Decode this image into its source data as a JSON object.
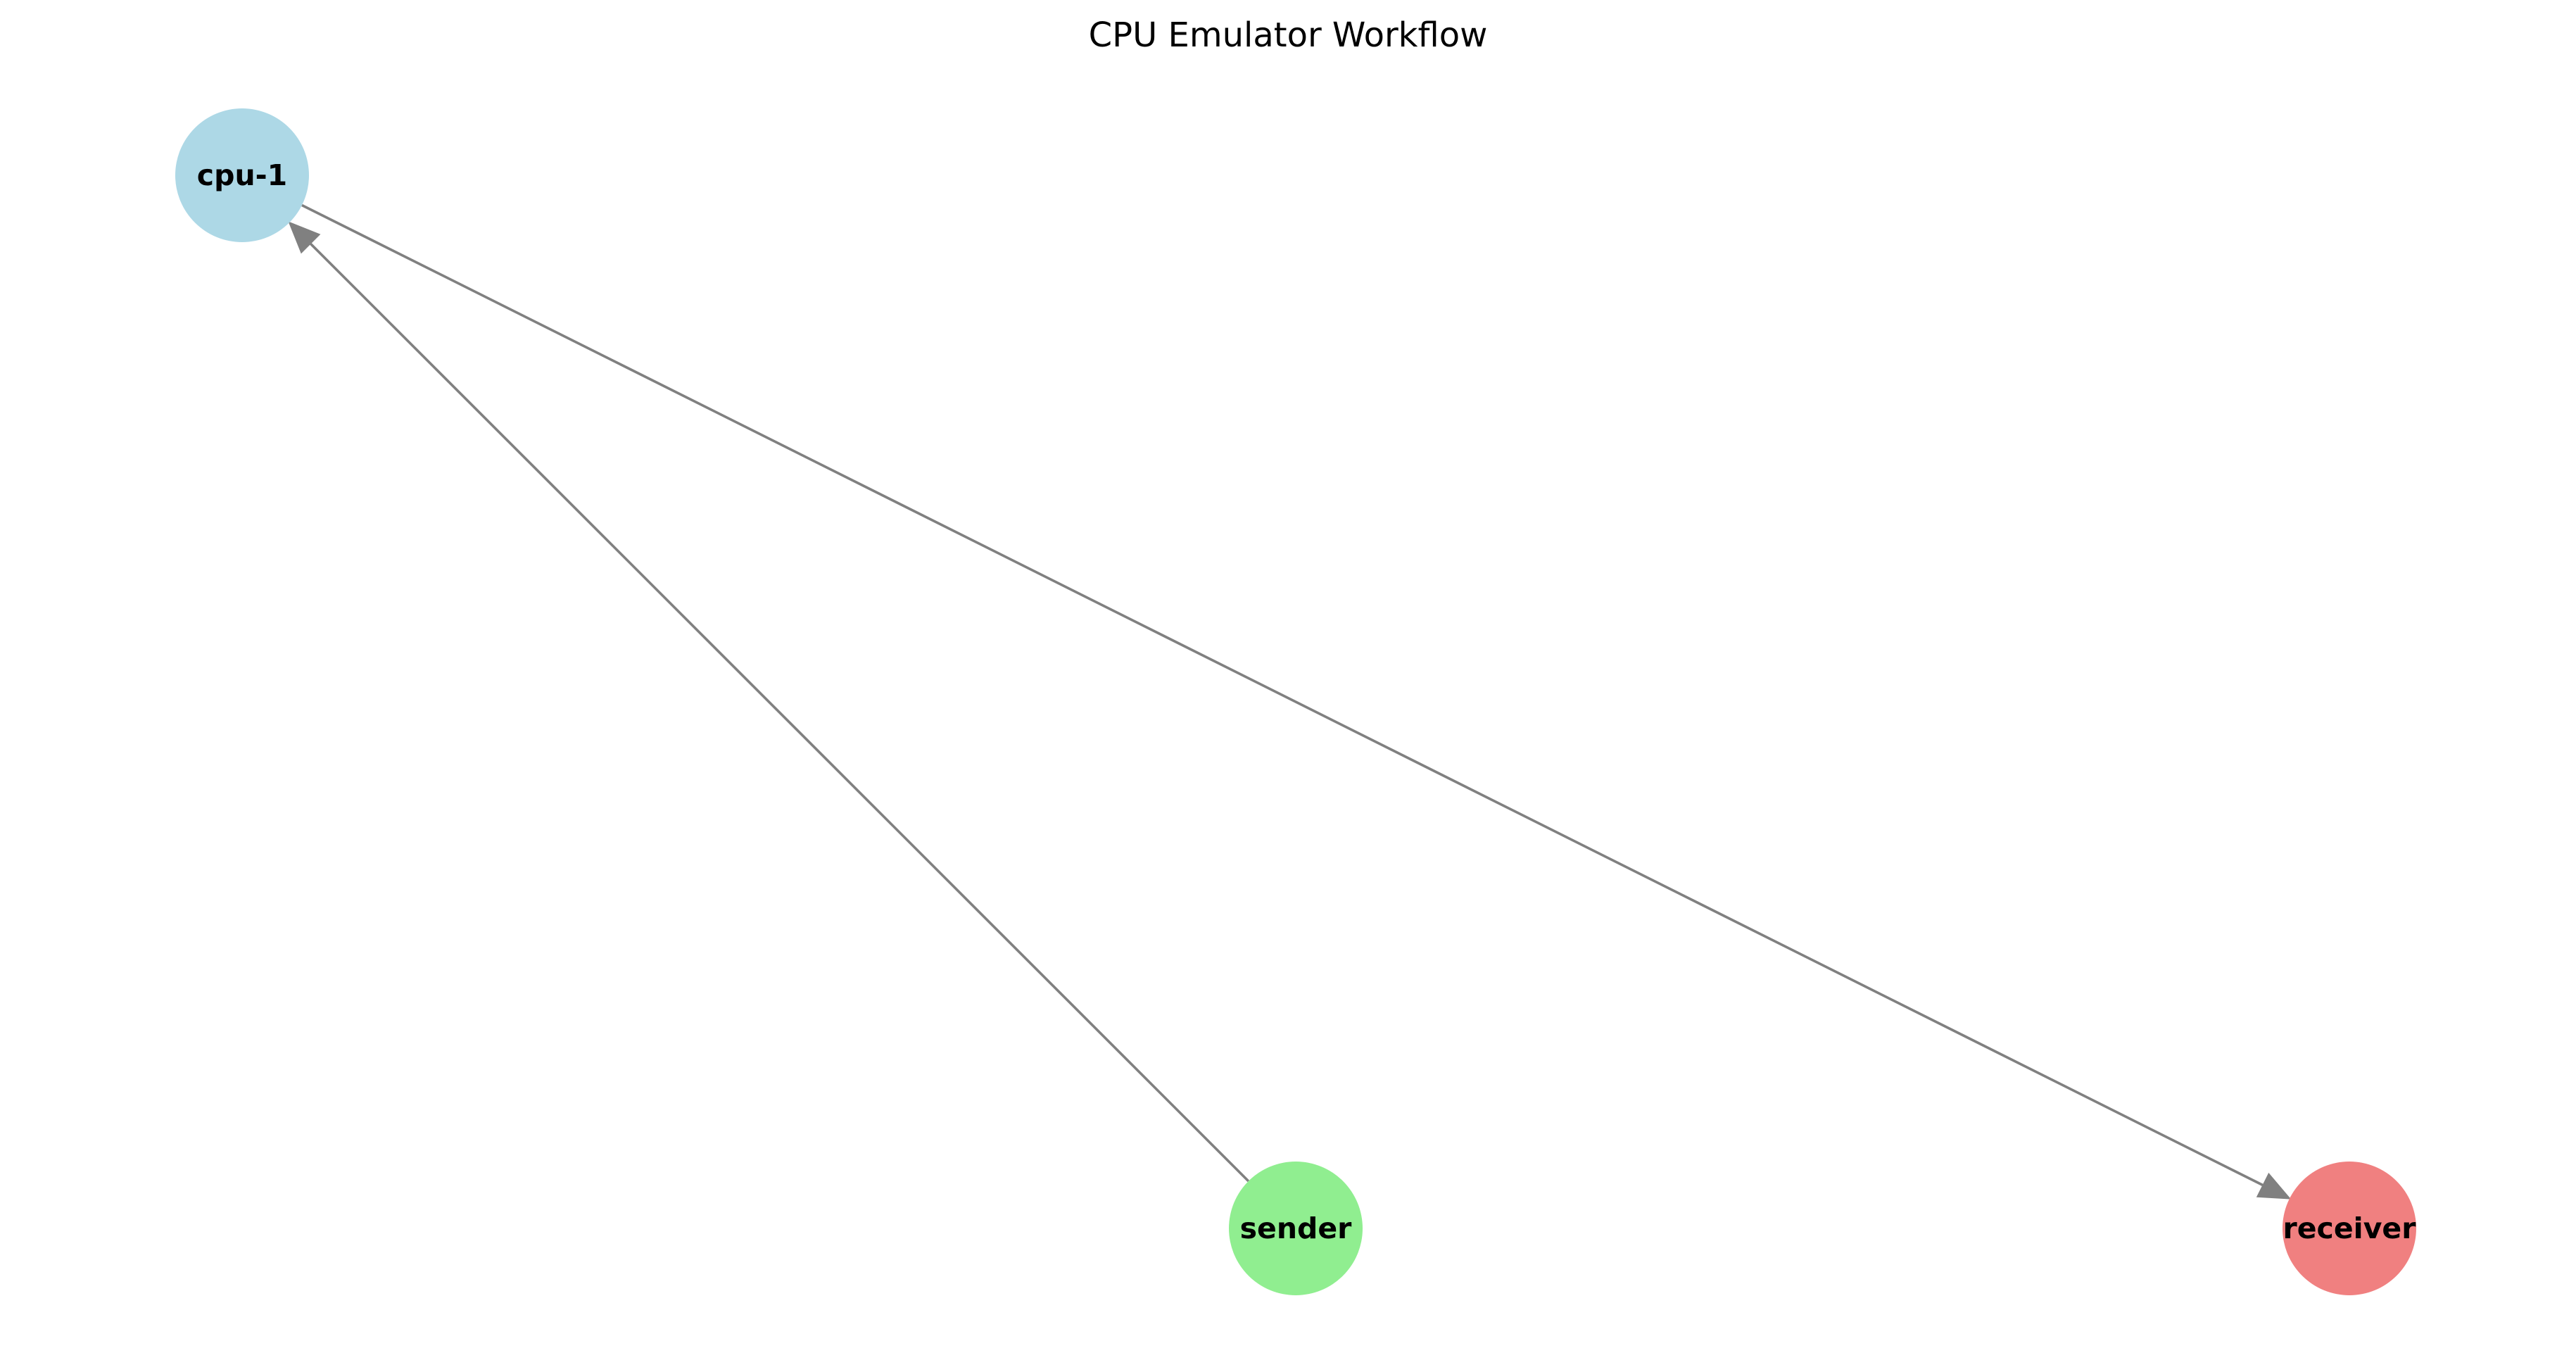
{
  "title": "CPU Emulator Workflow",
  "nodes": [
    {
      "id": "cpu-1",
      "label": "cpu-1",
      "color": "#add8e6"
    },
    {
      "id": "sender",
      "label": "sender",
      "color": "#90ee90"
    },
    {
      "id": "receiver",
      "label": "receiver",
      "color": "#f08080"
    }
  ],
  "edges": [
    {
      "from": "sender",
      "to": "cpu-1"
    },
    {
      "from": "cpu-1",
      "to": "receiver"
    }
  ],
  "colors": {
    "edge": "#808080",
    "background": "#ffffff",
    "text": "#000000"
  }
}
